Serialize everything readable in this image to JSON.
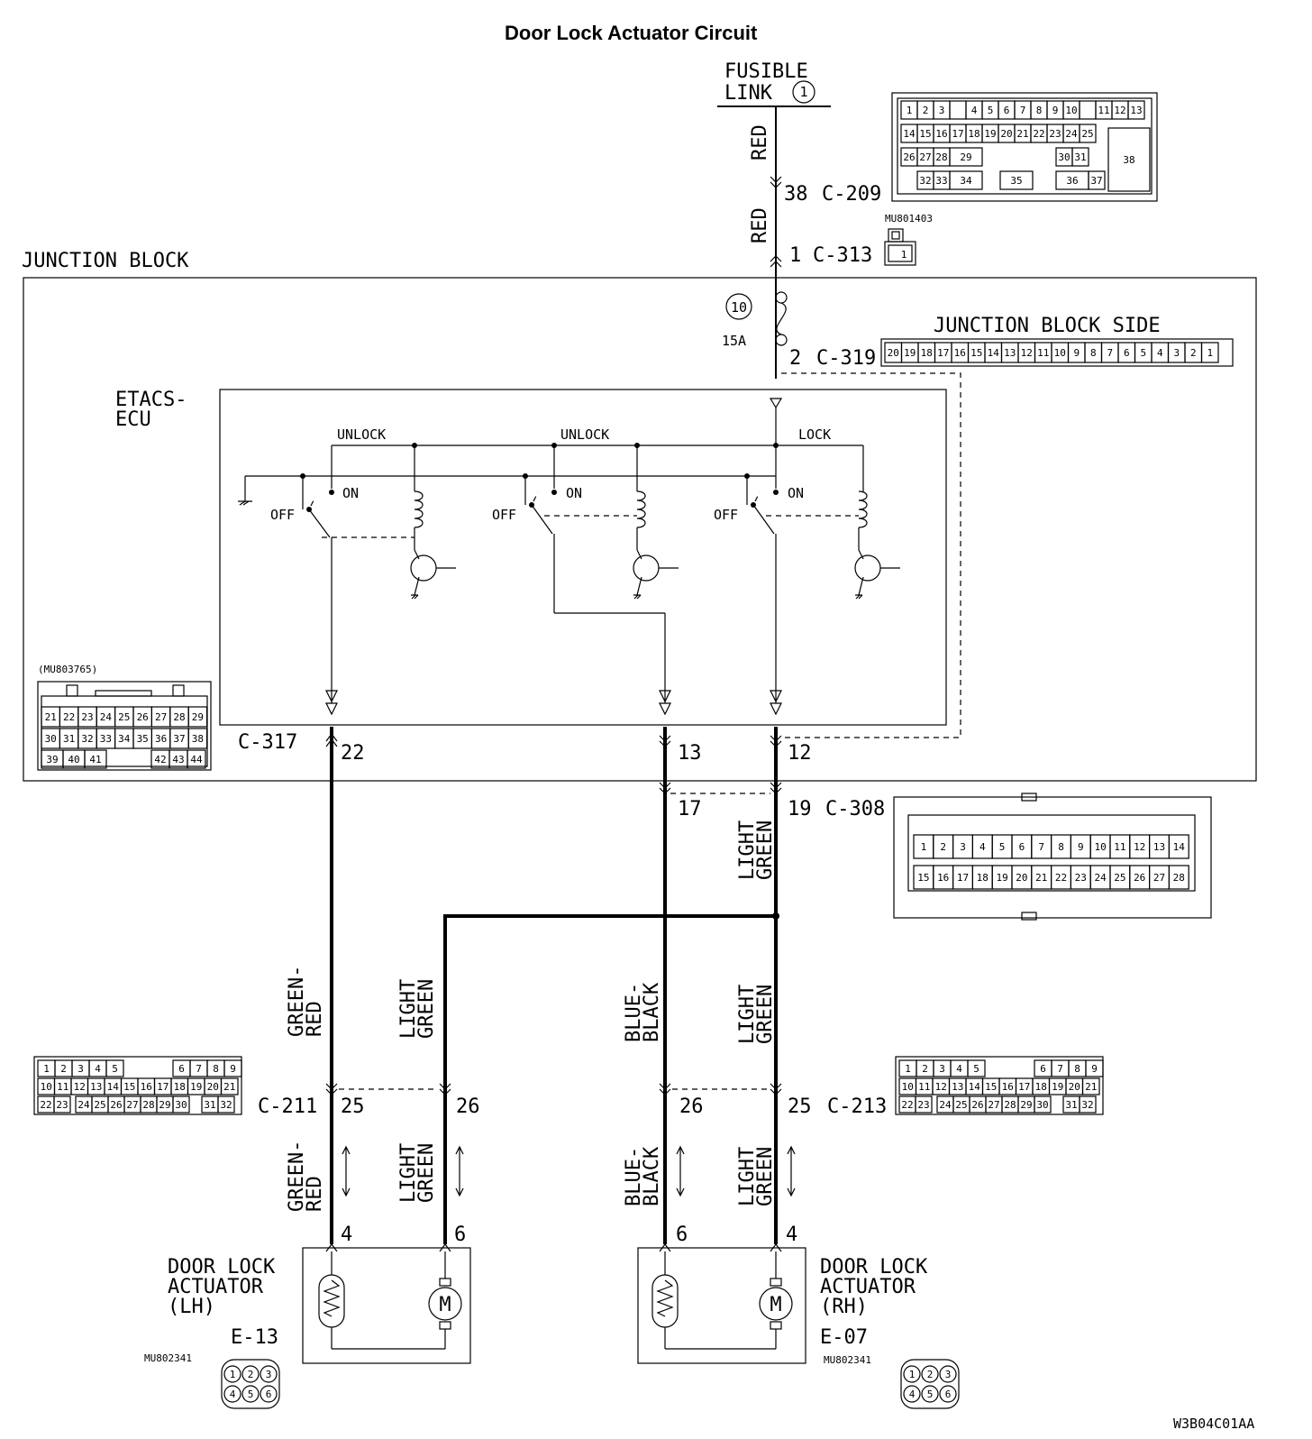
{
  "title": "Door Lock Actuator Circuit",
  "fusible_link": {
    "line1": "FUSIBLE",
    "line2": "LINK",
    "num": "1"
  },
  "junction_block": {
    "label": "JUNCTION BLOCK",
    "side_label": "JUNCTION BLOCK SIDE"
  },
  "fuse": {
    "num": "10",
    "rating": "15A"
  },
  "ecu": {
    "line1": "ETACS-",
    "line2": "ECU",
    "unlock1": "UNLOCK",
    "unlock2": "UNLOCK",
    "lock": "LOCK",
    "on": "ON",
    "off": "OFF"
  },
  "wires": {
    "red": "RED",
    "light": "LIGHT",
    "green": "GREEN",
    "green_dash": "GREEN-",
    "red_short": "RED",
    "blue_dash": "BLUE-",
    "black": "BLACK"
  },
  "connectors": {
    "c209": "C-209",
    "c209_pin": "38",
    "c313": "C-313",
    "c313_pin": "1",
    "c319": "C-319",
    "c319_pin": "2",
    "c317": "C-317",
    "c317_pin": "22",
    "c308": "C-308",
    "c308_pin_a": "17",
    "c308_pin_b": "19",
    "pin13": "13",
    "pin12": "12",
    "c211": "C-211",
    "c211_pin_a": "25",
    "c211_pin_b": "26",
    "c213": "C-213",
    "c213_pin_a": "26",
    "c213_pin_b": "25",
    "lh_pin_a": "4",
    "lh_pin_b": "6",
    "rh_pin_a": "6",
    "rh_pin_b": "4",
    "e13": "E-13",
    "e07": "E-07"
  },
  "part_numbers": {
    "mu801403": "MU801403",
    "mu803765": "(MU803765)",
    "mu802341_lh": "MU802341",
    "mu802341_rh": "MU802341"
  },
  "actuators": {
    "lh": {
      "line1": "DOOR LOCK",
      "line2": "ACTUATOR",
      "line3": "(LH)",
      "motor": "M"
    },
    "rh": {
      "line1": "DOOR LOCK",
      "line2": "ACTUATOR",
      "line3": "(RH)",
      "motor": "M"
    }
  },
  "connector_faces": {
    "c209": {
      "row1": [
        "1",
        "2",
        "3",
        "",
        "4",
        "5",
        "6",
        "7",
        "8",
        "9",
        "10",
        "",
        "11",
        "12",
        "13"
      ],
      "row2": [
        "14",
        "15",
        "16",
        "17",
        "18",
        "19",
        "20",
        "21",
        "22",
        "23",
        "24",
        "25"
      ],
      "row3": [
        "26",
        "27",
        "28",
        "29",
        "30",
        "31"
      ],
      "row4": [
        "32",
        "33",
        "34",
        "35",
        "36",
        "37"
      ],
      "big": "38"
    },
    "c313": [
      "1"
    ],
    "c319": [
      "20",
      "19",
      "18",
      "17",
      "16",
      "15",
      "14",
      "13",
      "12",
      "11",
      "10",
      "9",
      "8",
      "7",
      "6",
      "5",
      "4",
      "3",
      "2",
      "1"
    ],
    "c317": {
      "row1": [
        "21",
        "22",
        "23",
        "24",
        "25",
        "26",
        "27",
        "28",
        "29"
      ],
      "row2": [
        "30",
        "31",
        "32",
        "33",
        "34",
        "35",
        "36",
        "37",
        "38"
      ],
      "row3": [
        "39",
        "40",
        "41",
        "42",
        "43",
        "44"
      ]
    },
    "c308": {
      "row1": [
        "1",
        "2",
        "3",
        "4",
        "5",
        "6",
        "7",
        "8",
        "9",
        "10",
        "11",
        "12",
        "13",
        "14"
      ],
      "row2": [
        "15",
        "16",
        "17",
        "18",
        "19",
        "20",
        "21",
        "22",
        "23",
        "24",
        "25",
        "26",
        "27",
        "28"
      ]
    },
    "c211": {
      "row1": [
        "1",
        "2",
        "3",
        "4",
        "5",
        "6",
        "7",
        "8",
        "9"
      ],
      "row2": [
        "10",
        "11",
        "12",
        "13",
        "14",
        "15",
        "16",
        "17",
        "18",
        "19",
        "20",
        "21"
      ],
      "row3": [
        "22",
        "23",
        "24",
        "25",
        "26",
        "27",
        "28",
        "29",
        "30",
        "31",
        "32"
      ]
    },
    "c213": {
      "row1": [
        "1",
        "2",
        "3",
        "4",
        "5",
        "6",
        "7",
        "8",
        "9"
      ],
      "row2": [
        "10",
        "11",
        "12",
        "13",
        "14",
        "15",
        "16",
        "17",
        "18",
        "19",
        "20",
        "21"
      ],
      "row3": [
        "22",
        "23",
        "24",
        "25",
        "26",
        "27",
        "28",
        "29",
        "30",
        "31",
        "32"
      ]
    },
    "e13": [
      "1",
      "2",
      "3",
      "4",
      "5",
      "6"
    ],
    "e07": [
      "1",
      "2",
      "3",
      "4",
      "5",
      "6"
    ]
  },
  "figure_code": "W3B04C01AA"
}
